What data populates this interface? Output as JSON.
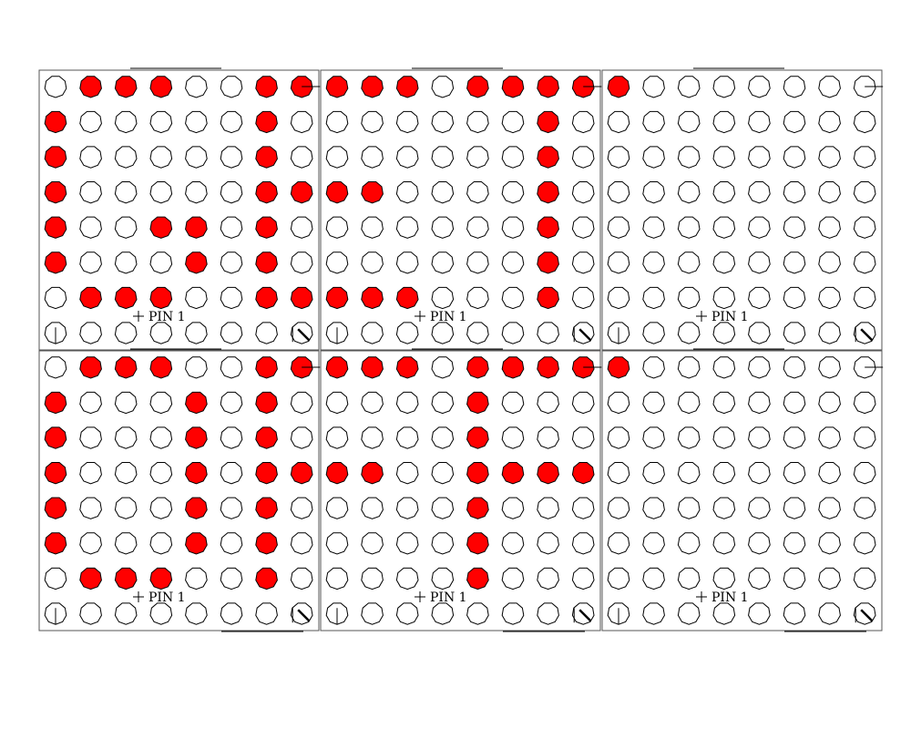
{
  "diagram": {
    "pin_label": "PIN 1",
    "colors": {
      "on": "#ff0000",
      "off": "#ffffff",
      "stroke": "#000000",
      "panel_border": "#555555"
    },
    "matrix_rows": 8,
    "matrix_cols": 8,
    "panels": [
      {
        "id": "row1-col1",
        "on": [
          [
            0,
            1
          ],
          [
            0,
            2
          ],
          [
            0,
            3
          ],
          [
            0,
            6
          ],
          [
            0,
            7
          ],
          [
            1,
            0
          ],
          [
            1,
            6
          ],
          [
            2,
            0
          ],
          [
            2,
            6
          ],
          [
            3,
            0
          ],
          [
            3,
            6
          ],
          [
            3,
            7
          ],
          [
            4,
            0
          ],
          [
            4,
            3
          ],
          [
            4,
            4
          ],
          [
            4,
            6
          ],
          [
            5,
            0
          ],
          [
            5,
            4
          ],
          [
            5,
            6
          ],
          [
            6,
            1
          ],
          [
            6,
            2
          ],
          [
            6,
            3
          ],
          [
            6,
            6
          ],
          [
            6,
            7
          ]
        ]
      },
      {
        "id": "row1-col2",
        "on": [
          [
            0,
            0
          ],
          [
            0,
            1
          ],
          [
            0,
            2
          ],
          [
            0,
            4
          ],
          [
            0,
            5
          ],
          [
            0,
            6
          ],
          [
            0,
            7
          ],
          [
            1,
            6
          ],
          [
            2,
            6
          ],
          [
            3,
            0
          ],
          [
            3,
            1
          ],
          [
            3,
            6
          ],
          [
            4,
            6
          ],
          [
            5,
            6
          ],
          [
            6,
            0
          ],
          [
            6,
            1
          ],
          [
            6,
            2
          ],
          [
            6,
            6
          ]
        ]
      },
      {
        "id": "row1-col3",
        "on": [
          [
            0,
            0
          ]
        ]
      },
      {
        "id": "row2-col1",
        "on": [
          [
            0,
            1
          ],
          [
            0,
            2
          ],
          [
            0,
            3
          ],
          [
            0,
            6
          ],
          [
            0,
            7
          ],
          [
            1,
            0
          ],
          [
            1,
            4
          ],
          [
            1,
            6
          ],
          [
            2,
            0
          ],
          [
            2,
            4
          ],
          [
            2,
            6
          ],
          [
            3,
            0
          ],
          [
            3,
            4
          ],
          [
            3,
            6
          ],
          [
            3,
            7
          ],
          [
            4,
            0
          ],
          [
            4,
            4
          ],
          [
            4,
            6
          ],
          [
            5,
            0
          ],
          [
            5,
            4
          ],
          [
            5,
            6
          ],
          [
            6,
            1
          ],
          [
            6,
            2
          ],
          [
            6,
            3
          ],
          [
            6,
            6
          ]
        ]
      },
      {
        "id": "row2-col2",
        "on": [
          [
            0,
            0
          ],
          [
            0,
            1
          ],
          [
            0,
            2
          ],
          [
            0,
            4
          ],
          [
            0,
            5
          ],
          [
            0,
            6
          ],
          [
            0,
            7
          ],
          [
            1,
            4
          ],
          [
            2,
            4
          ],
          [
            3,
            0
          ],
          [
            3,
            1
          ],
          [
            3,
            4
          ],
          [
            3,
            5
          ],
          [
            3,
            6
          ],
          [
            3,
            7
          ],
          [
            4,
            4
          ],
          [
            5,
            4
          ],
          [
            6,
            4
          ]
        ]
      },
      {
        "id": "row2-col3",
        "on": [
          [
            0,
            0
          ]
        ]
      }
    ]
  }
}
